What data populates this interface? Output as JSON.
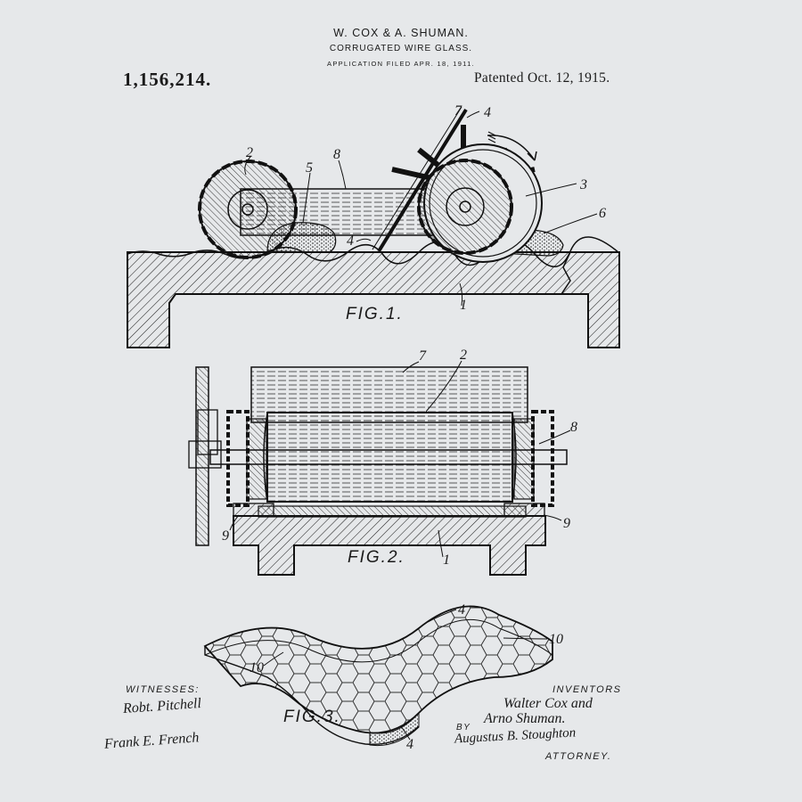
{
  "header": {
    "names": "W. COX & A. SHUMAN.",
    "title": "CORRUGATED WIRE GLASS.",
    "filed": "APPLICATION FILED APR. 18, 1911.",
    "patent_number": "1,156,214.",
    "patented": "Patented Oct. 12, 1915."
  },
  "figures": {
    "fig1": {
      "label": "FIG.1.",
      "refs": {
        "r7": "7",
        "r4top": "4",
        "r2": "2",
        "r8": "8",
        "r5": "5",
        "r3": "3",
        "r6": "6",
        "r4low": "4",
        "r1": "1"
      }
    },
    "fig2": {
      "label": "FIG.2.",
      "refs": {
        "r7": "7",
        "r2": "2",
        "r8": "8",
        "r9left": "9",
        "r9right": "9",
        "r1": "1"
      }
    },
    "fig3": {
      "label": "FIG.3.",
      "refs": {
        "r4top": "4",
        "r10right": "10",
        "r10left": "10",
        "r4bottom": "4"
      }
    }
  },
  "witnesses": {
    "label": "WITNESSES:",
    "signatures": [
      "Robt. Pitchell",
      "Frank E. French"
    ]
  },
  "inventors": {
    "label": "INVENTORS",
    "names": [
      "Walter Cox and",
      "Arno Shuman."
    ],
    "by": "BY",
    "attorney_signature": "Augustus B. Stoughton",
    "attorney_label": "ATTORNEY."
  }
}
